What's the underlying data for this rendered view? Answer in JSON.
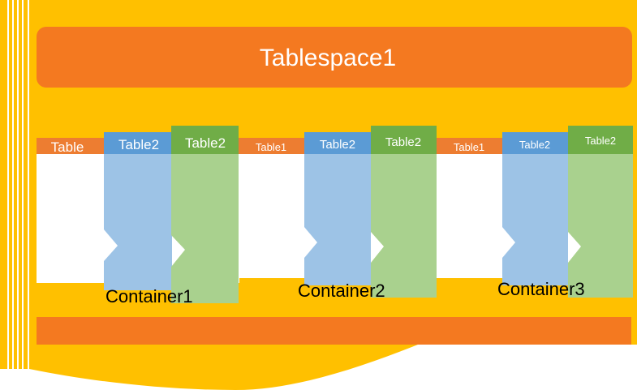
{
  "tablespace": {
    "title": "Tablespace1"
  },
  "containers": [
    {
      "label": "Container1",
      "leading_table": "Table",
      "table_a": "Table2",
      "table_b": "Table2"
    },
    {
      "label": "Container2",
      "leading_table": "Table1",
      "table_a": "Table2",
      "table_b": "Table2"
    },
    {
      "label": "Container3",
      "leading_table": "Table1",
      "table_a": "Table2",
      "table_b": "Table2"
    }
  ],
  "colors": {
    "background": "#FFC000",
    "tablespace": "#F47920",
    "table_header": "#ED7D31",
    "blue_header": "#5B9BD5",
    "blue_body": "#9DC3E6",
    "green_header": "#70AD47",
    "green_body": "#A9D18E"
  }
}
